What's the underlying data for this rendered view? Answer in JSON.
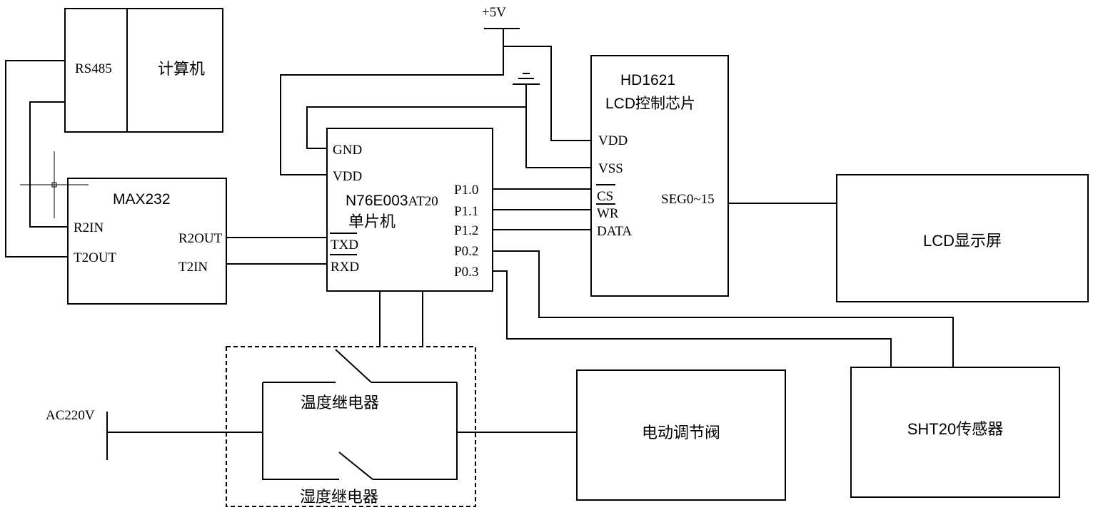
{
  "computer": {
    "rs485": "RS485",
    "name": "计算机"
  },
  "max232": {
    "title": "MAX232",
    "r2in": "R2IN",
    "t2out": "T2OUT",
    "r2out": "R2OUT",
    "t2in": "T2IN"
  },
  "mcu": {
    "gnd": "GND",
    "vdd": "VDD",
    "title_bold": "N76E003",
    "title_suffix": "AT20",
    "subtitle": "单片机",
    "txd": "TXD",
    "rxd": "RXD",
    "p10": "P1.0",
    "p11": "P1.1",
    "p12": "P1.2",
    "p02": "P0.2",
    "p03": "P0.3"
  },
  "power": {
    "vcc": "+5V"
  },
  "hd1621": {
    "title": "HD1621",
    "subtitle": "LCD控制芯片",
    "vdd": "VDD",
    "vss": "VSS",
    "cs": "CS",
    "wr": "WR",
    "data": "DATA",
    "seg": "SEG0~15"
  },
  "lcd": {
    "label": "LCD显示屏"
  },
  "relays": {
    "temp": "温度继电器",
    "humid": "湿度继电器",
    "ac": "AC220V"
  },
  "valve": {
    "label": "电动调节阀"
  },
  "sensor": {
    "label": "SHT20传感器"
  }
}
